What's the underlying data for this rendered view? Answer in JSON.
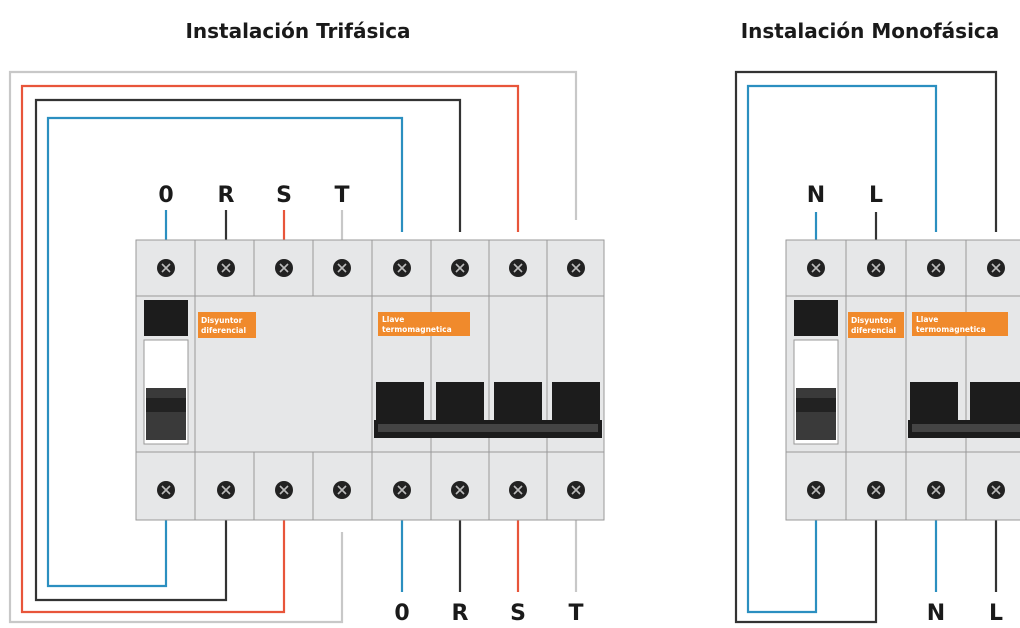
{
  "trifasica": {
    "title": "Instalación Trifásica",
    "top_labels": [
      "0",
      "R",
      "S",
      "T"
    ],
    "bottom_labels": [
      "0",
      "R",
      "S",
      "T"
    ],
    "rcd_tag": [
      "Disyuntor",
      "diferencial"
    ],
    "mcb_tag": [
      "Llave",
      "termomagnetica"
    ]
  },
  "monofasica": {
    "title": "Instalación Monofásica",
    "top_labels": [
      "N",
      "L"
    ],
    "bottom_labels": [
      "N",
      "L"
    ],
    "rcd_tag": [
      "Disyuntor",
      "diferencial"
    ],
    "mcb_tag": [
      "Llave",
      "termomagnetica"
    ]
  },
  "colors": {
    "blue": "#2b8fc0",
    "red": "#e8553a",
    "black": "#333333",
    "gray": "#c8c8c8",
    "orange": "#f08a2c",
    "panel": "#e6e7e8"
  }
}
